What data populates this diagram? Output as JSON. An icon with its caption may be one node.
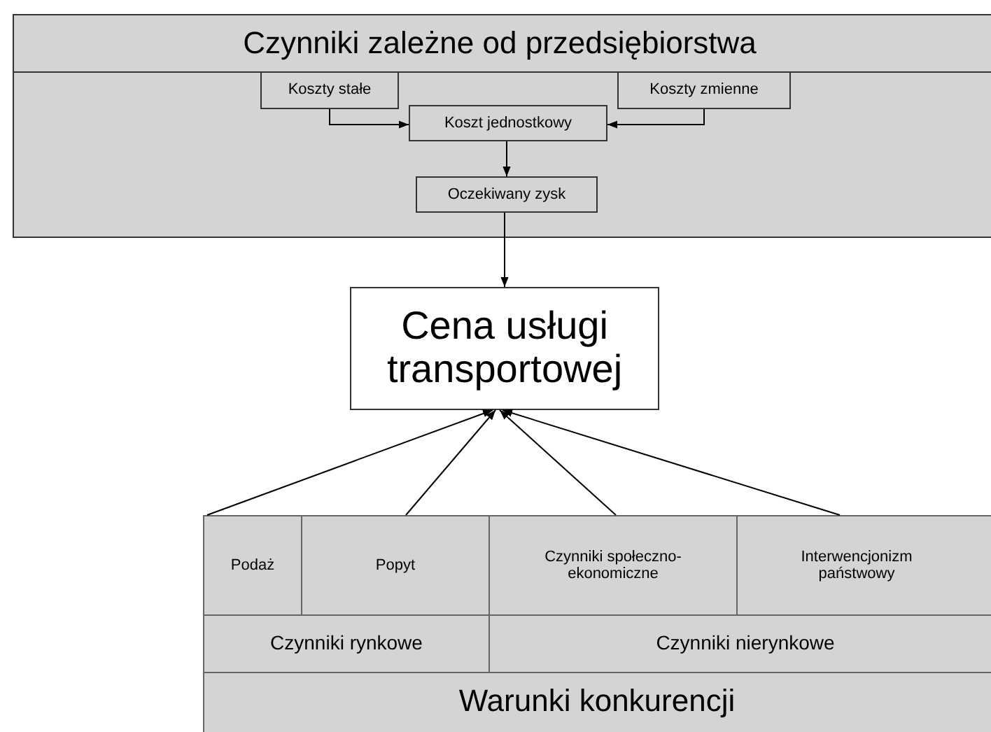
{
  "diagram": {
    "nodes": [
      {
        "text": [
          "Czynniki zależne od przedsiębiorstwa"
        ]
      },
      {
        "text": [
          "Koszty stałe"
        ],
        "in": 0
      },
      {
        "text": [
          "Koszty zmienne"
        ],
        "in": 0
      },
      {
        "text": [
          "Koszt jednostkowy"
        ],
        "in": 0
      },
      {
        "text": [
          "Oczekiwany zysk"
        ],
        "in": 0
      },
      {
        "text": [
          "Cena usługi transportowej"
        ]
      },
      {
        "text": [
          "Podaż"
        ]
      },
      {
        "text": [
          "Popyt"
        ]
      },
      {
        "text": [
          "Czynniki społeczno-ekonomiczne"
        ]
      },
      {
        "text": [
          "Interwencjonizm państwowy"
        ]
      },
      {
        "text": [
          "Czynniki rynkowe"
        ]
      },
      {
        "text": [
          "Czynniki nierynkowe"
        ]
      },
      {
        "text": [
          "Warunki konkurencji"
        ]
      }
    ],
    "edges": [
      {
        "from": 1,
        "to": 3,
        "arrow": "to"
      },
      {
        "from": 2,
        "to": 3,
        "arrow": "to"
      },
      {
        "from": 3,
        "to": 4,
        "arrow": "to"
      },
      {
        "from": 4,
        "to": 5,
        "arrow": "to"
      },
      {
        "from": 6,
        "to": 5,
        "arrow": "to"
      },
      {
        "from": 7,
        "to": 5,
        "arrow": "to"
      },
      {
        "from": 8,
        "to": 5,
        "arrow": "to"
      },
      {
        "from": 9,
        "to": 5,
        "arrow": "to"
      }
    ]
  }
}
